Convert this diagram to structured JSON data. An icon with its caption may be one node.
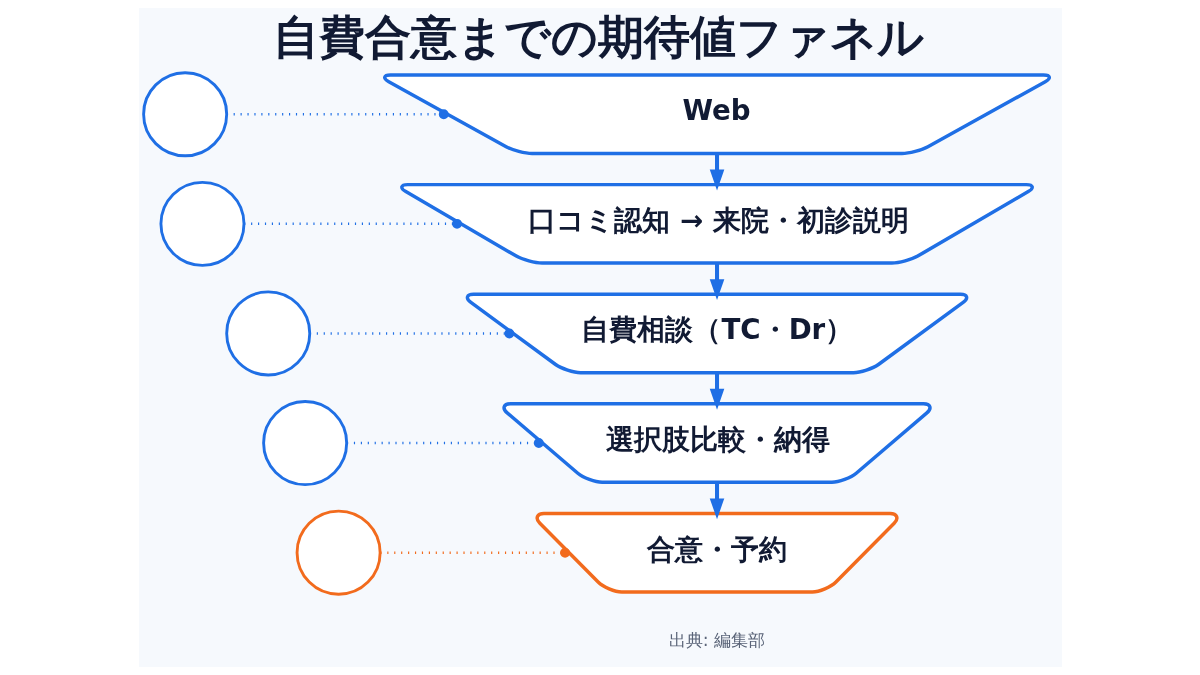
{
  "diagram": {
    "title": "自費合意までの期待値ファネル",
    "nodes": [
      {
        "text": [],
        "shape": "circle"
      },
      {
        "text": [
          "Web"
        ]
      },
      {
        "text": [],
        "shape": "circle"
      },
      {
        "text": [
          "口コミ認知 → 来院・初診説明"
        ]
      },
      {
        "text": [],
        "shape": "circle"
      },
      {
        "text": [
          "自費相談（TC・Dr）"
        ]
      },
      {
        "text": [],
        "shape": "circle"
      },
      {
        "text": [
          "選択肢比較・納得"
        ]
      },
      {
        "text": [],
        "shape": "circle"
      },
      {
        "text": [
          "合意・予約"
        ]
      }
    ],
    "edges": [
      {
        "from": 0,
        "to": 1,
        "arrow": "other",
        "style": "dashed"
      },
      {
        "from": 1,
        "to": 3,
        "arrow": "to"
      },
      {
        "from": 2,
        "to": 3,
        "arrow": "other",
        "style": "dashed"
      },
      {
        "from": 3,
        "to": 5,
        "arrow": "to"
      },
      {
        "from": 4,
        "to": 5,
        "arrow": "other",
        "style": "dashed"
      },
      {
        "from": 5,
        "to": 7,
        "arrow": "to"
      },
      {
        "from": 6,
        "to": 7,
        "arrow": "other",
        "style": "dashed"
      },
      {
        "from": 7,
        "to": 9,
        "arrow": "to"
      },
      {
        "from": 8,
        "to": 9,
        "arrow": "other",
        "style": "dashed",
        "color": "#f26b1d"
      }
    ],
    "labels": [
      "出典: 編集部"
    ]
  }
}
